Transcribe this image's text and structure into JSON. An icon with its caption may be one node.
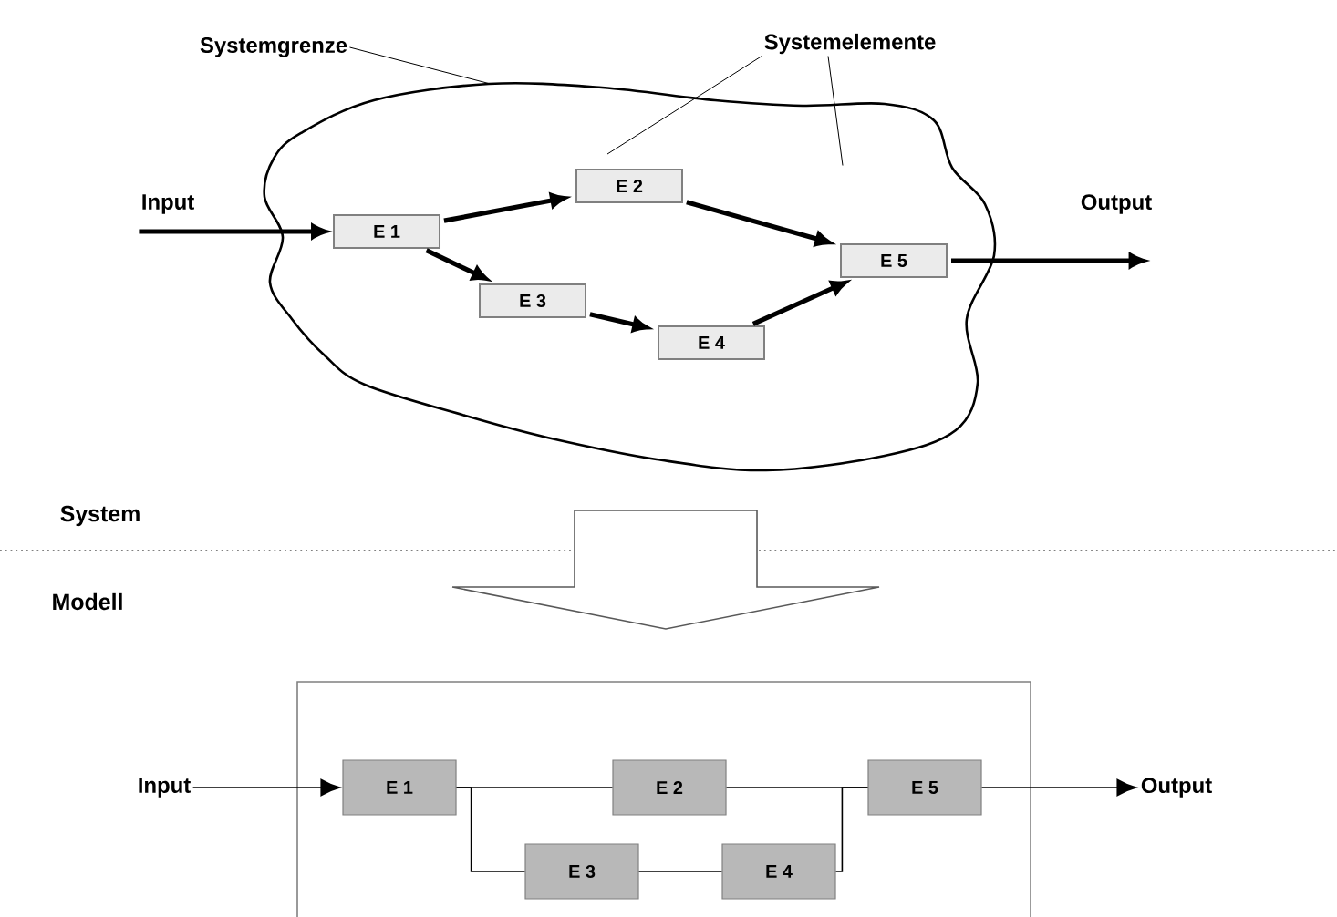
{
  "diagram": {
    "nodes": [
      {
        "text": [],
        "shape": "cloud"
      },
      {
        "text": [
          "Systemgrenze"
        ]
      },
      {
        "text": [
          "Systemelemente"
        ]
      },
      {
        "text": [
          "Input"
        ]
      },
      {
        "text": [
          "E 1"
        ],
        "in": 0
      },
      {
        "text": [
          "E 2"
        ],
        "in": 0
      },
      {
        "text": [
          "E 3"
        ],
        "in": 0
      },
      {
        "text": [
          "E 4"
        ],
        "in": 0
      },
      {
        "text": [
          "E 5"
        ],
        "in": 0
      },
      {
        "text": [
          "Output"
        ]
      },
      {
        "text": [],
        "shape": "box"
      },
      {
        "text": [
          "Input"
        ]
      },
      {
        "text": [
          "E 1"
        ],
        "in": 10
      },
      {
        "text": [
          "E 2"
        ],
        "in": 10
      },
      {
        "text": [
          "E 3"
        ],
        "in": 10
      },
      {
        "text": [
          "E 4"
        ],
        "in": 10
      },
      {
        "text": [
          "E 5"
        ],
        "in": 10
      },
      {
        "text": [
          "Output"
        ]
      }
    ],
    "edges": [
      {
        "from": 1,
        "to": 0,
        "arrow": "none"
      },
      {
        "from": 2,
        "to": 5,
        "arrow": "none"
      },
      {
        "from": 2,
        "to": null,
        "arrow": "none"
      },
      {
        "from": 3,
        "to": 4,
        "arrow": "to",
        "style": "thick"
      },
      {
        "from": 4,
        "to": 5,
        "arrow": "to",
        "style": "thick"
      },
      {
        "from": 4,
        "to": 6,
        "arrow": "to",
        "style": "thick"
      },
      {
        "from": 5,
        "to": 8,
        "arrow": "to",
        "style": "thick"
      },
      {
        "from": 6,
        "to": 7,
        "arrow": "to",
        "style": "thick"
      },
      {
        "from": 7,
        "to": 8,
        "arrow": "to",
        "style": "thick"
      },
      {
        "from": 8,
        "to": 9,
        "arrow": "to",
        "style": "thick"
      },
      {
        "from": 11,
        "to": 12,
        "arrow": "to"
      },
      {
        "from": 12,
        "to": 13,
        "arrow": "none"
      },
      {
        "from": 12,
        "to": 14,
        "arrow": "none"
      },
      {
        "from": 13,
        "to": 16,
        "arrow": "none"
      },
      {
        "from": 14,
        "to": 15,
        "arrow": "none"
      },
      {
        "from": 15,
        "to": 16,
        "arrow": "none"
      },
      {
        "from": 16,
        "to": 17,
        "arrow": "to"
      }
    ],
    "labels": [
      "System",
      "Modell"
    ]
  }
}
